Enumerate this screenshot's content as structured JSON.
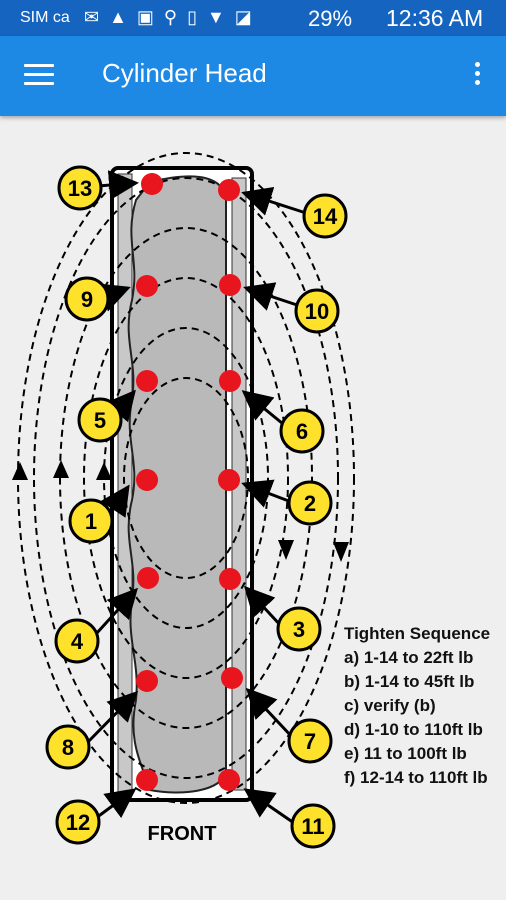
{
  "status_bar": {
    "carrier": "SIM ca",
    "battery_percent": "29%",
    "time": "12:36 AM"
  },
  "app_bar": {
    "title": "Cylinder Head"
  },
  "diagram": {
    "front_label": "FRONT",
    "bolt_numbers": [
      "13",
      "14",
      "9",
      "10",
      "5",
      "6",
      "1",
      "2",
      "4",
      "3",
      "8",
      "7",
      "12",
      "11"
    ]
  },
  "legend": {
    "title": "Tighten Sequence",
    "steps": [
      "a) 1-14 to 22ft lb",
      "b) 1-14 to 45ft lb",
      "c) verify (b)",
      "d) 1-10 to 110ft lb",
      "e) 11 to 100ft lb",
      "f) 12-14 to 110ft lb"
    ]
  }
}
